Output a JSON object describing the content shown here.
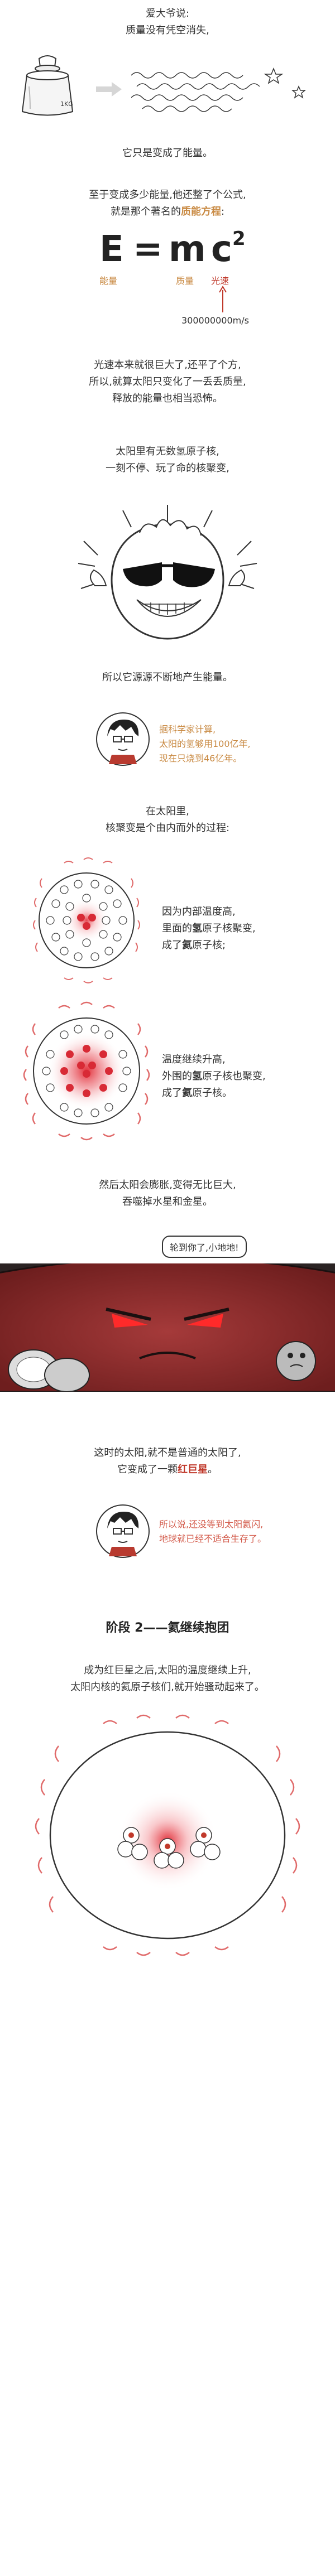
{
  "intro": {
    "line1": "爱大爷说:",
    "line2": "质量没有凭空消失,"
  },
  "weight_label": "1KG",
  "intro_conclusion": "它只是变成了能量。",
  "formula_intro": {
    "line1": "至于变成多少能量,他还整了个公式,",
    "line2_prefix": "就是那个著名的",
    "line2_emph": "质能方程",
    "line2_suffix": ":"
  },
  "formula": {
    "E": "E",
    "eq": "=",
    "m": "m",
    "c": "c",
    "exp": "2",
    "label_energy": "能量",
    "label_mass": "质量",
    "label_light": "光速",
    "speed_value": "300000000m/s"
  },
  "paragraph_light": {
    "line1": "光速本来就很巨大了,还平了个方,",
    "line2": "所以,就算太阳只变化了一丢丢质量,",
    "line3": "释放的能量也相当恐怖。"
  },
  "paragraph_sun": {
    "line1": "太阳里有无数氢原子核,",
    "line2": "一刻不停、玩了命的核聚变,"
  },
  "paragraph_energy": "所以它源源不断地产生能量。",
  "quote1": {
    "line1": "据科学家计算,",
    "line2": "太阳的氢够用100亿年,",
    "line3": "现在只烧到46亿年。"
  },
  "paragraph_fusion": {
    "line1": "在太阳里,",
    "line2": "核聚变是个由内而外的过程:"
  },
  "stage_inner": {
    "line1": "因为内部温度高,",
    "line2_a": "里面的",
    "line2_b": "氢",
    "line2_c": "原子核聚变,",
    "line3_a": "成了",
    "line3_b": "氦",
    "line3_c": "原子核;"
  },
  "stage_outer": {
    "line1": "温度继续升高,",
    "line2_a": "外围的",
    "line2_b": "氢",
    "line2_c": "原子核也聚变,",
    "line3_a": "成了",
    "line3_b": "氦",
    "line3_c": "原子核。"
  },
  "paragraph_expand": {
    "line1": "然后太阳会膨胀,变得无比巨大,",
    "line2": "吞噬掉水星和金星。"
  },
  "bubble_text": "轮到你了,小地地!",
  "red_giant": {
    "line1": "这时的太阳,就不是普通的太阳了,",
    "line2_prefix": "它变成了一颗",
    "line2_emph": "红巨星",
    "line2_suffix": "。"
  },
  "quote2": {
    "line1": "所以说,还没等到太阳氦闪,",
    "line2": "地球就已经不适合生存了。"
  },
  "stage2_title": "阶段 2——氦继续抱团",
  "paragraph_stage2": {
    "line1": "成为红巨星之后,太阳的温度继续上升,",
    "line2": "太阳内核的氦原子核们,就开始骚动起来了。"
  },
  "colors": {
    "orange": "#c98a43",
    "red": "#c0392b",
    "dark_band": "#2b2323",
    "sun_red": "#8a2a2a"
  }
}
